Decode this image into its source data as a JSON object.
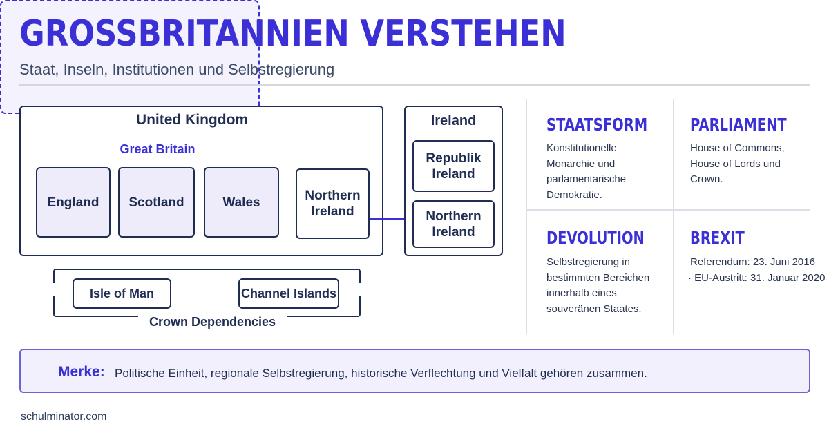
{
  "header": {
    "title": "GROSSBRITANNIEN VERSTEHEN",
    "subtitle": "Staat, Inseln, Institutionen und Selbstregierung"
  },
  "diagram": {
    "uk_label": "United Kingdom",
    "gb_label": "Great Britain",
    "england": "England",
    "scotland": "Scotland",
    "wales": "Wales",
    "northern_ireland_uk": "Northern\nIreland",
    "ireland_label": "Ireland",
    "republik_ireland": "Republik\nIreland",
    "northern_ireland_island": "Northern\nIreland",
    "crown_dependencies_label": "Crown Dependencies",
    "isle_of_man": "Isle of Man",
    "channel_islands": "Channel Islands"
  },
  "info_cards": {
    "staatsform": {
      "heading": "STAATSFORM",
      "text": "Konstitutionelle Monarchie und parlamentarische Demokratie."
    },
    "parliament": {
      "heading": "PARLIAMENT",
      "text": "House of Commons, House of Lords und Crown."
    },
    "devolution": {
      "heading": "DEVOLUTION",
      "text": "Selbstregierung in bestimmten Bereichen innerhalb eines souveränen Staates."
    },
    "brexit": {
      "heading": "BREXIT",
      "line1": "Referendum: 23. Juni 2016",
      "line2": "· EU-Austritt: 31. Januar 2020"
    }
  },
  "note": {
    "label": "Merke:",
    "text": "Politische Einheit, regionale Selbstregierung, historische Verflechtung und Vielfalt gehören zusammen."
  },
  "footer": {
    "site": "schulminator.com"
  },
  "colors": {
    "accent": "#3b2fd6",
    "navy": "#1f2d52",
    "tint": "#eeecfb"
  }
}
